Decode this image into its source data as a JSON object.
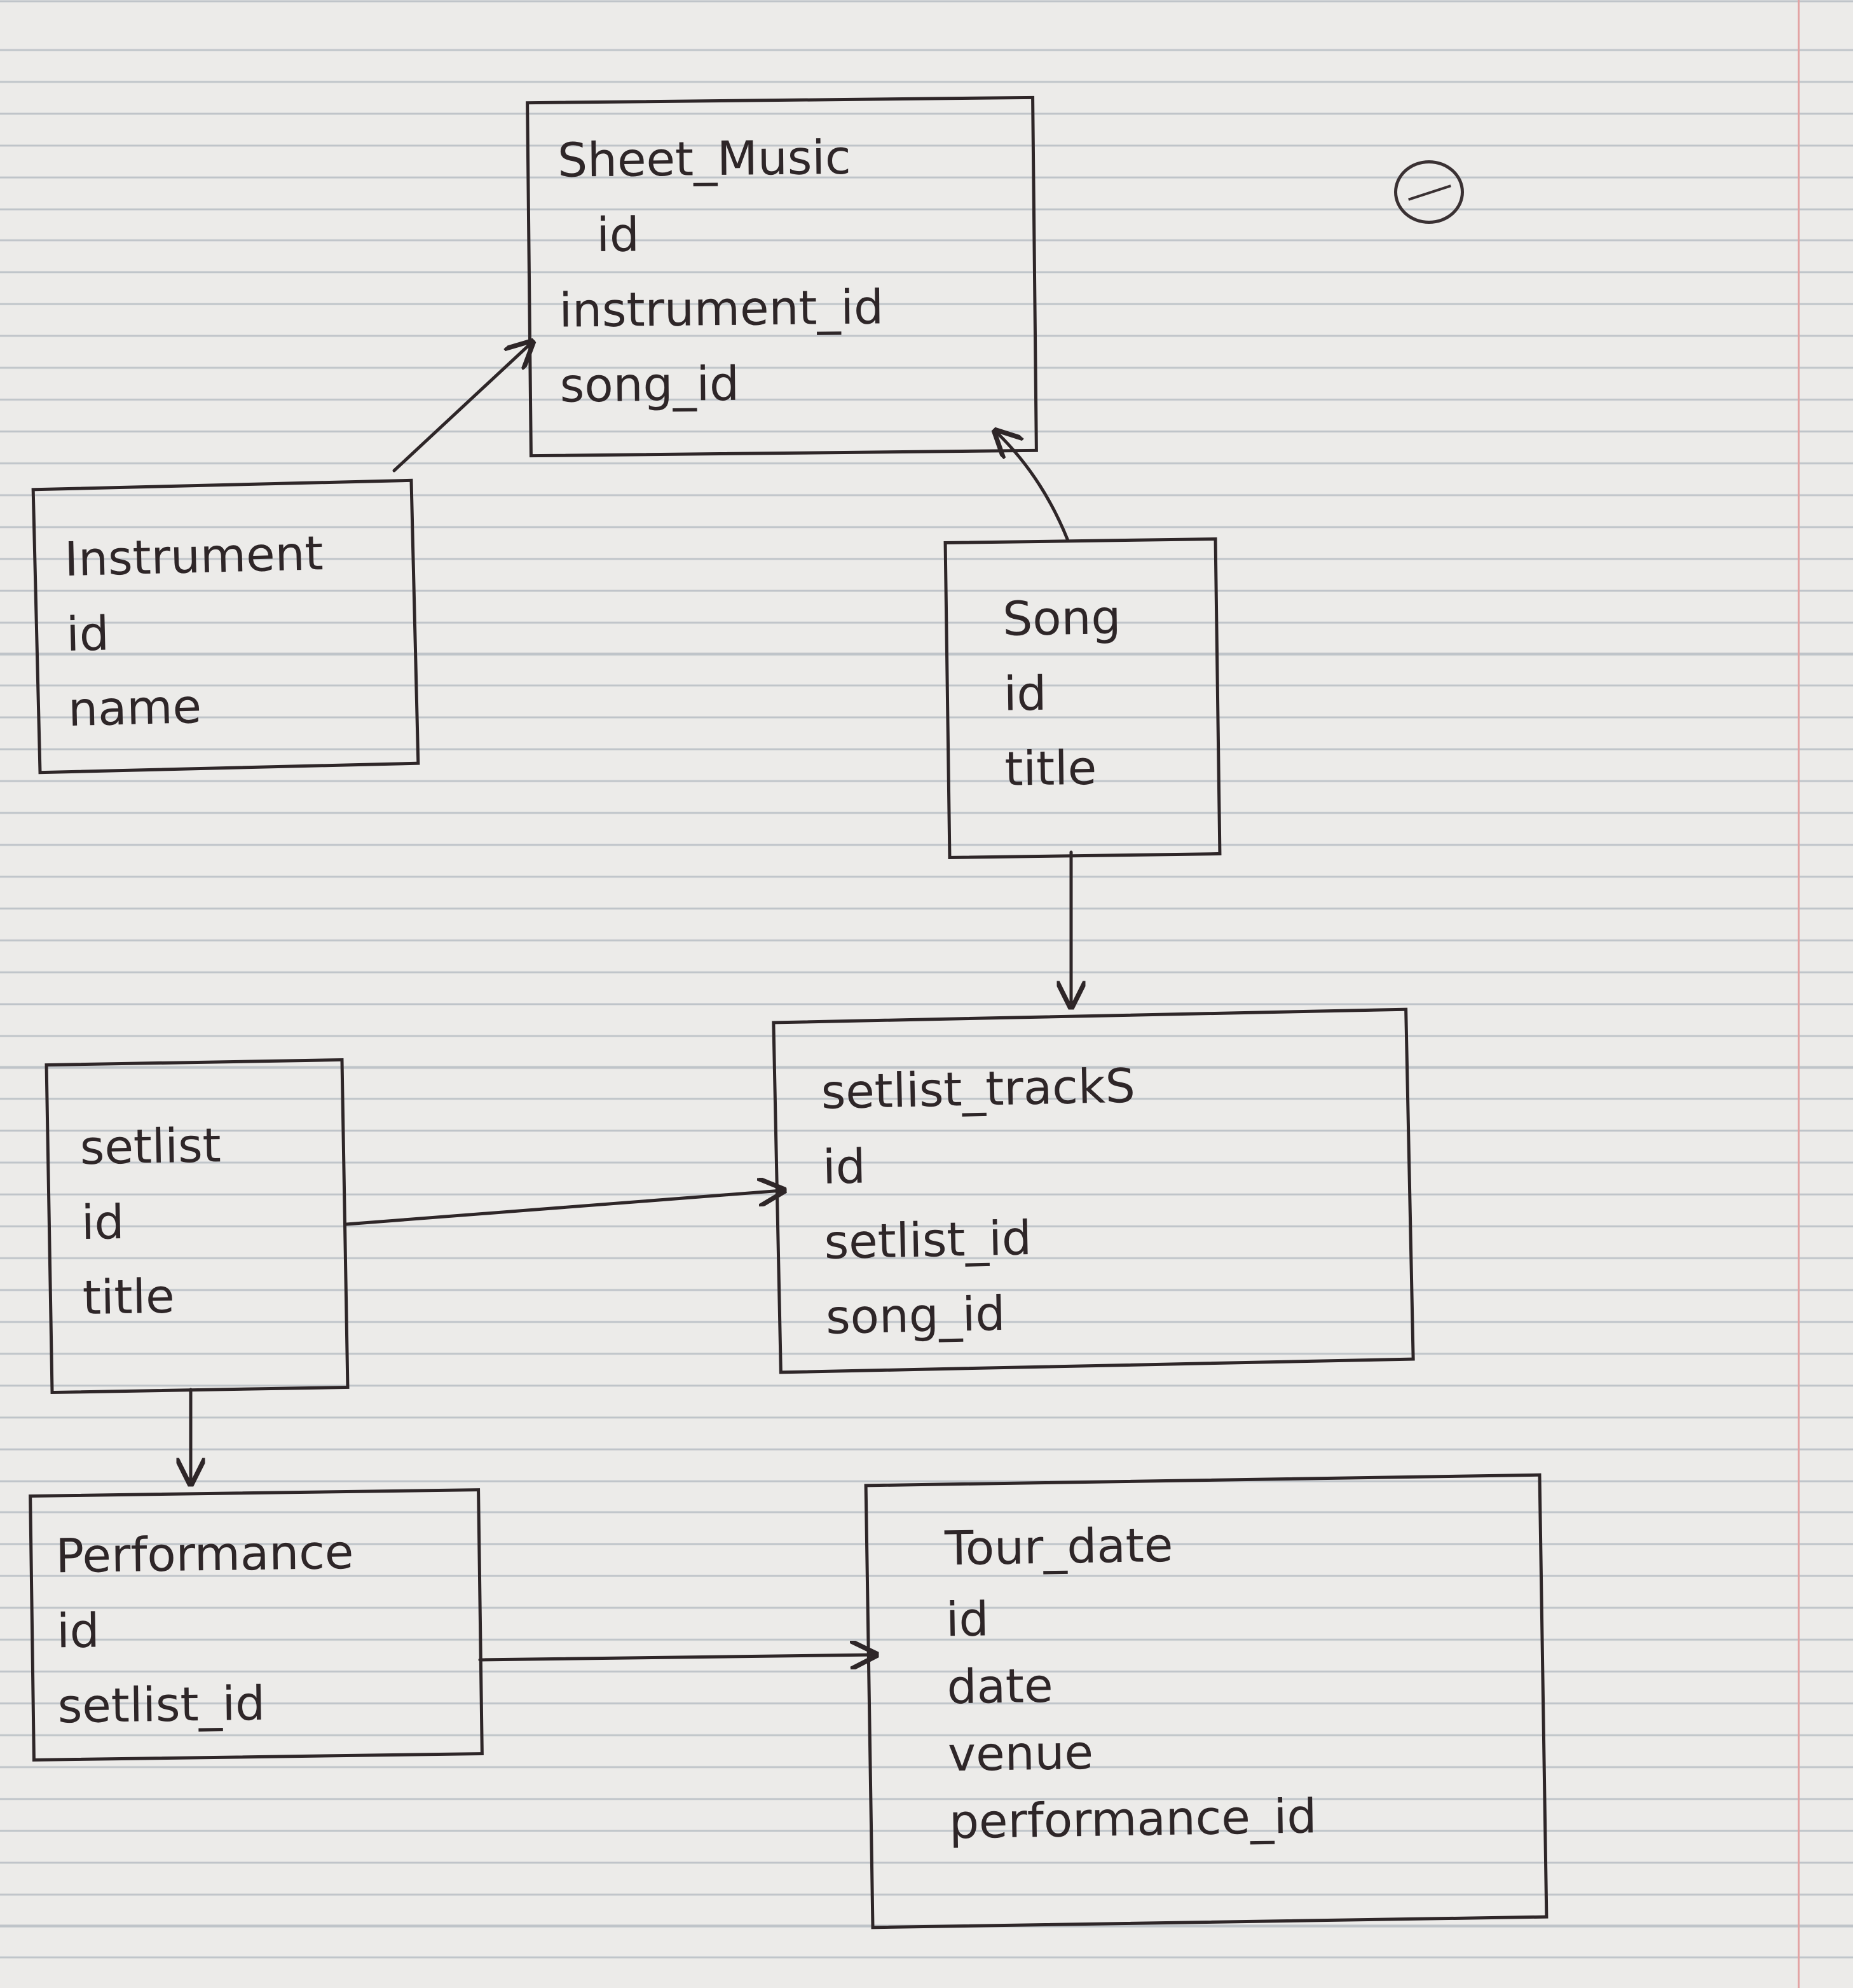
{
  "diagram": {
    "entities": [
      {
        "key": "sheet_music",
        "title": "Sheet_Music",
        "fields": [
          "id",
          "instrument_id",
          "song_id"
        ]
      },
      {
        "key": "instrument",
        "title": "Instrument",
        "fields": [
          "id",
          "name"
        ]
      },
      {
        "key": "song",
        "title": "Song",
        "fields": [
          "id",
          "title"
        ]
      },
      {
        "key": "setlist_tracks",
        "title": "setlist_trackS",
        "fields": [
          "id",
          "setlist_id",
          "song_id"
        ]
      },
      {
        "key": "setlist",
        "title": "setlist",
        "fields": [
          "id",
          "title"
        ]
      },
      {
        "key": "performance",
        "title": "Performance",
        "fields": [
          "id",
          "setlist_id"
        ]
      },
      {
        "key": "tour_date",
        "title": "Tour_date",
        "fields": [
          "id",
          "date",
          "venue",
          "performance_id"
        ]
      }
    ],
    "relationships": [
      {
        "from": "instrument",
        "to": "sheet_music"
      },
      {
        "from": "song",
        "to": "sheet_music"
      },
      {
        "from": "song",
        "to": "setlist_tracks"
      },
      {
        "from": "setlist",
        "to": "setlist_tracks"
      },
      {
        "from": "setlist",
        "to": "performance"
      },
      {
        "from": "performance",
        "to": "tour_date"
      }
    ]
  }
}
